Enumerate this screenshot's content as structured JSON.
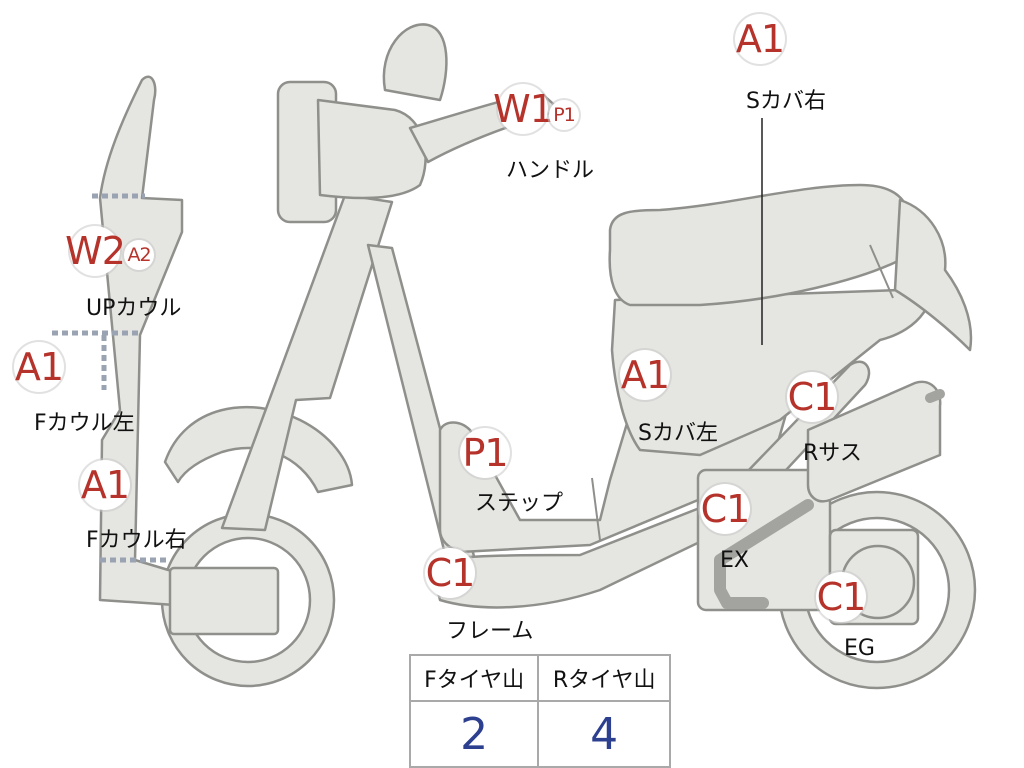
{
  "colors": {
    "grade_code": "#b5332b",
    "tread_value": "#2d3f8f",
    "part_fill": "#e5e5e1",
    "part_outline": "#8f8f8c"
  },
  "parts": [
    {
      "id": "s-cover-right",
      "name": "Sカバ右",
      "grade": "A1"
    },
    {
      "id": "handle",
      "name": "ハンドル",
      "grade": "W1",
      "sub_grade": "P1"
    },
    {
      "id": "up-cowl",
      "name": "UPカウル",
      "grade": "W2",
      "sub_grade": "A2"
    },
    {
      "id": "f-cowl-left",
      "name": "Fカウル左",
      "grade": "A1"
    },
    {
      "id": "f-cowl-right",
      "name": "Fカウル右",
      "grade": "A1"
    },
    {
      "id": "s-cover-left",
      "name": "Sカバ左",
      "grade": "A1"
    },
    {
      "id": "r-suspension",
      "name": "Rサス",
      "grade": "C1"
    },
    {
      "id": "step",
      "name": "ステップ",
      "grade": "P1"
    },
    {
      "id": "exhaust",
      "name": "EX",
      "grade": "C1"
    },
    {
      "id": "frame",
      "name": "フレーム",
      "grade": "C1"
    },
    {
      "id": "engine",
      "name": "EG",
      "grade": "C1"
    }
  ],
  "tire_tread": {
    "headers": [
      "Fタイヤ山",
      "Rタイヤ山"
    ],
    "values": [
      "2",
      "4"
    ]
  }
}
